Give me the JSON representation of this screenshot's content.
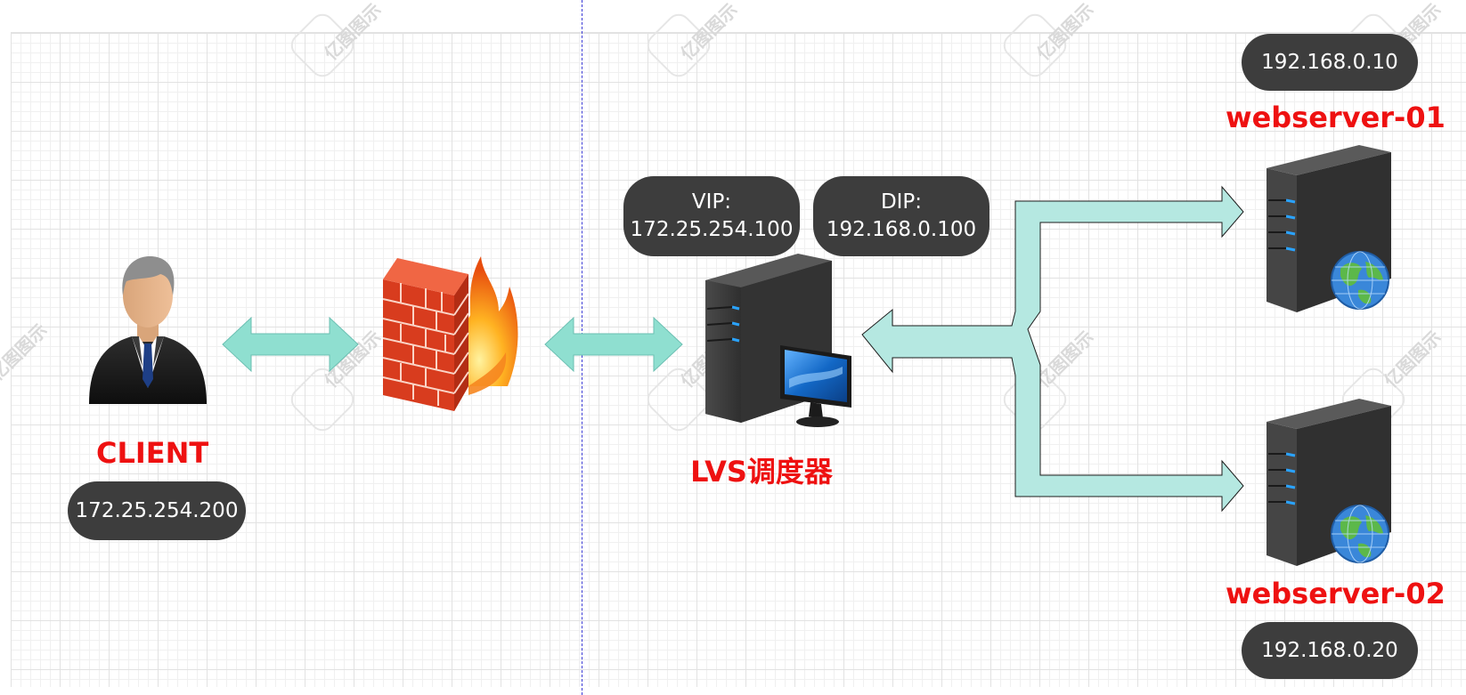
{
  "client": {
    "label": "CLIENT",
    "ip": "172.25.254.200"
  },
  "lvs": {
    "label": "LVS调度器",
    "vip_title": "VIP:",
    "vip": "172.25.254.100",
    "dip_title": "DIP:",
    "dip": "192.168.0.100"
  },
  "webserver_01": {
    "label": "webserver-01",
    "ip": "192.168.0.10"
  },
  "webserver_02": {
    "label": "webserver-02",
    "ip": "192.168.0.20"
  },
  "watermark": {
    "text": "亿图图示"
  },
  "icons": [
    "person-icon",
    "firewall-icon",
    "server-icon",
    "monitor-icon",
    "globe-icon"
  ],
  "colors": {
    "label_red": "#ee1111",
    "pill_bg": "#3d3d3d",
    "arrow_fill": "#8fdfd0",
    "arrow_fill_light": "#b5e8e1",
    "divider": "#3b3bd6"
  }
}
